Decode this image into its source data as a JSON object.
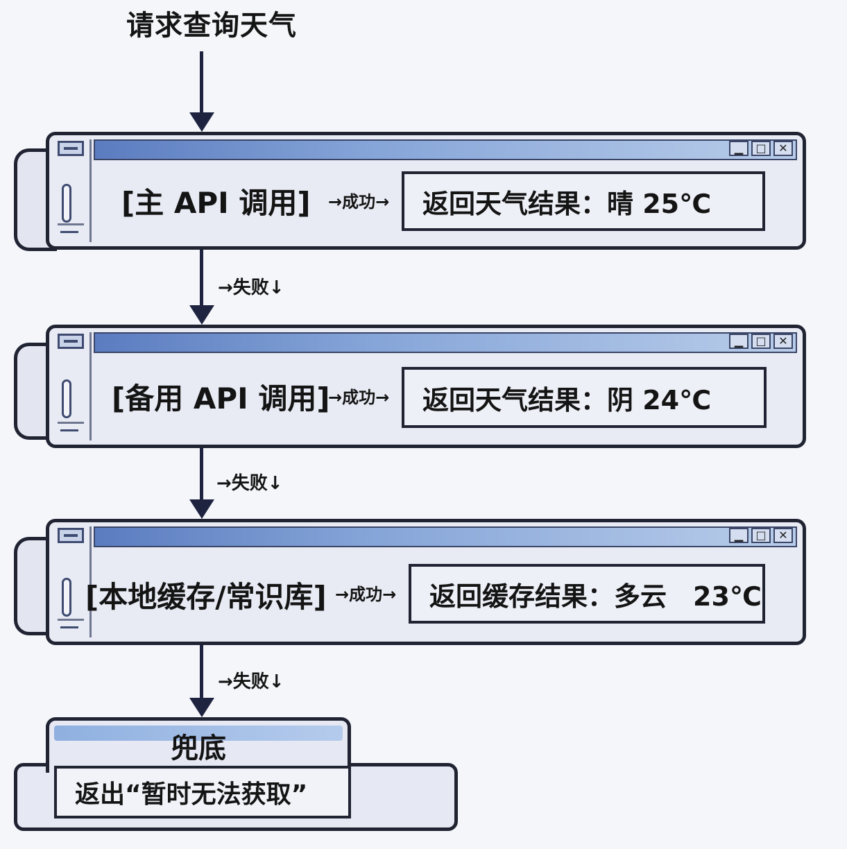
{
  "start": {
    "label": "请求查询天气"
  },
  "steps": [
    {
      "label": "[主 API 调用]",
      "success": "→成功→",
      "result": "返回天气结果：晴 25℃",
      "fail": "→失败↓"
    },
    {
      "label": "[备用 API 调用]",
      "success": "→成功→",
      "result": "返回天气结果：阴 24℃",
      "fail": "→失败↓"
    },
    {
      "label": "[本地缓存/常识库]",
      "success": "→成功→",
      "result": "返回缓存结果：多云　23℃",
      "fail": "→失败↓"
    }
  ],
  "window_controls": {
    "minimize": "▁",
    "maximize": "□",
    "close": "✕"
  },
  "fallback": {
    "title": "兜底",
    "result": "返出“暂时无法获取”"
  }
}
